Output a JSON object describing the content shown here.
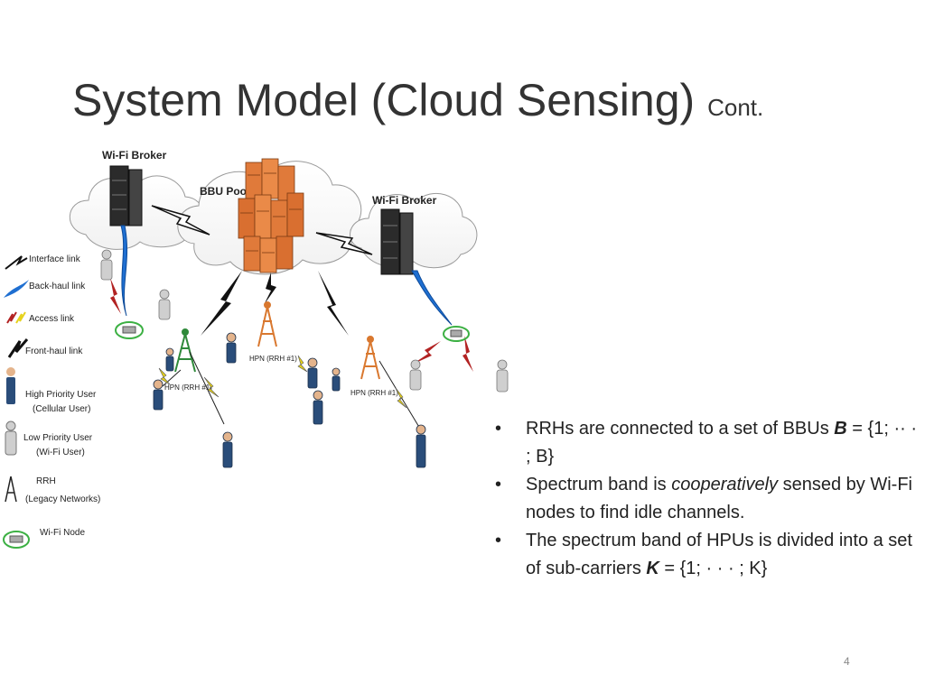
{
  "slide": {
    "title": "System Model (Cloud Sensing)",
    "title_suffix": "Cont.",
    "page_number": "4"
  },
  "diagram": {
    "labels": {
      "wifi_broker_left": "Wi-Fi Broker",
      "wifi_broker_right": "Wi-Fi Broker",
      "bbu_pool": "BBU Pool",
      "hpn_left": "HPN (RRH #1)",
      "hpn_mid": "HPN (RRH #1)",
      "hpn_right": "HPN (RRH #1)"
    },
    "legend": [
      {
        "label": "Interface link"
      },
      {
        "label": "Back-haul link"
      },
      {
        "label": "Access link"
      },
      {
        "label": "Front-haul link"
      },
      {
        "label": "High Priority User",
        "label2": "(Cellular User)"
      },
      {
        "label": "Low Priority User",
        "label2": "(Wi-Fi User)"
      },
      {
        "label": "RRH",
        "label2": "(Legacy Networks)"
      },
      {
        "label": "Wi-Fi Node"
      }
    ],
    "colors": {
      "server_orange": "#e07a3a",
      "server_dark": "#2b2b2b",
      "tower_green": "#2f8a3a",
      "tower_orange": "#d9782f",
      "backhaul_blue": "#1f6fd1",
      "access_red": "#b22222",
      "access_yellow": "#e6d21c",
      "wifi_node_ring": "#3cb043"
    }
  },
  "bullets": [
    {
      "pre": "RRHs are connected to a set of BBUs ",
      "sym": "B",
      "post": " = {1; ·· · ; B}"
    },
    {
      "pre": "Spectrum band is ",
      "em": "cooperatively",
      "post": " sensed by Wi-Fi nodes to find idle channels."
    },
    {
      "pre": "The spectrum band of HPUs is divided into a set of sub-carriers ",
      "sym": "K",
      "post": " = {1; · · · ; K}"
    }
  ]
}
